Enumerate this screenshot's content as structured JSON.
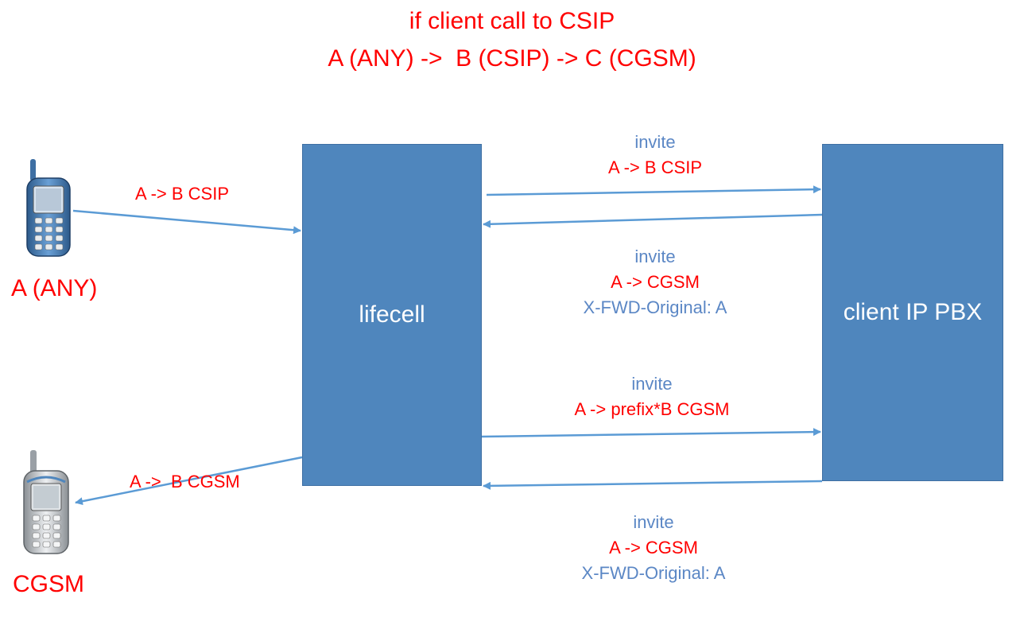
{
  "title": {
    "line1": "if client call to CSIP",
    "line2": "A (ANY) ->  B (CSIP) -> C (CGSM)"
  },
  "boxes": {
    "lifecell": "lifecell",
    "pbx": "client IP PBX"
  },
  "phones": {
    "a_label": "A (ANY)",
    "cgsm_label": "CGSM"
  },
  "edges": {
    "a_to_lifecell": "A -> B CSIP",
    "lifecell_to_cgsm": "A ->  B CGSM",
    "invite1": {
      "title": "invite",
      "route": "A -> B CSIP"
    },
    "invite2": {
      "title": "invite",
      "route": "A -> CGSM",
      "header": "X-FWD-Original: A"
    },
    "invite3": {
      "title": "invite",
      "route": "A -> prefix*B CGSM"
    },
    "invite4": {
      "title": "invite",
      "route": "A -> CGSM",
      "header": "X-FWD-Original: A"
    }
  },
  "colors": {
    "box_fill": "#4f86bd",
    "arrow": "#5b9bd5",
    "accent_red": "#ff0000",
    "label_blue": "#5b87c5"
  },
  "icons": {
    "phone_a": "mobile-phone-blue-icon",
    "phone_cgsm": "mobile-phone-grey-icon"
  }
}
